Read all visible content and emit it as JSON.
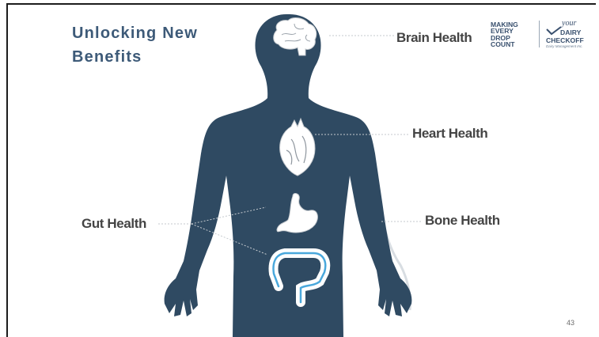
{
  "slide": {
    "title_lines": [
      "Unlocking New",
      "Benefits"
    ],
    "page_number": "43"
  },
  "labels": {
    "brain": "Brain Health",
    "heart": "Heart Health",
    "gut": "Gut Health",
    "bone": "Bone Health"
  },
  "logos": {
    "making_every_drop_count": [
      "MAKING",
      "EVERY",
      "DROP",
      "COUNT"
    ],
    "checkoff": {
      "your": "your",
      "dairy": "DAIRY",
      "checkoff": "CHECKOFF",
      "organization": "Dairy Management Inc."
    }
  },
  "colors": {
    "title": "#3d5a78",
    "silhouette": "#2f4a62",
    "organ_fill": "#ffffff",
    "intestine_accent": "#4aa8dc",
    "label_text": "#444444"
  },
  "icons": [
    "human-silhouette",
    "brain-icon",
    "heart-icon",
    "stomach-icon",
    "intestine-icon",
    "checkmark-icon"
  ]
}
